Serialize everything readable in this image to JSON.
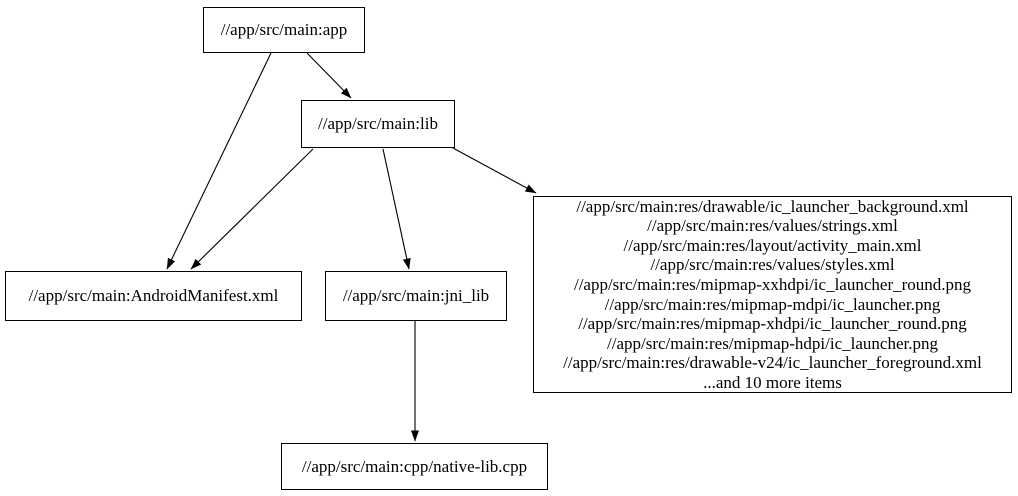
{
  "diagram": {
    "type": "dependency-graph",
    "background_color": "#ffffff",
    "node_border_color": "#000000",
    "node_fill_color": "#ffffff",
    "edge_color": "#000000",
    "text_color": "#000000",
    "nodes": [
      {
        "id": "app",
        "label": "//app/src/main:app"
      },
      {
        "id": "lib",
        "label": "//app/src/main:lib"
      },
      {
        "id": "android_manifest",
        "label": "//app/src/main:AndroidManifest.xml"
      },
      {
        "id": "jni_lib",
        "label": "//app/src/main:jni_lib"
      },
      {
        "id": "res_group",
        "lines": [
          "//app/src/main:res/drawable/ic_launcher_background.xml",
          "//app/src/main:res/values/strings.xml",
          "//app/src/main:res/layout/activity_main.xml",
          "//app/src/main:res/values/styles.xml",
          "//app/src/main:res/mipmap-xxhdpi/ic_launcher_round.png",
          "//app/src/main:res/mipmap-mdpi/ic_launcher.png",
          "//app/src/main:res/mipmap-xhdpi/ic_launcher_round.png",
          "//app/src/main:res/mipmap-hdpi/ic_launcher.png",
          "//app/src/main:res/drawable-v24/ic_launcher_foreground.xml",
          "...and 10 more items"
        ]
      },
      {
        "id": "native_lib_cpp",
        "label": "//app/src/main:cpp/native-lib.cpp"
      }
    ],
    "edges": [
      {
        "from": "app",
        "to": "android_manifest"
      },
      {
        "from": "app",
        "to": "lib"
      },
      {
        "from": "lib",
        "to": "android_manifest"
      },
      {
        "from": "lib",
        "to": "jni_lib"
      },
      {
        "from": "lib",
        "to": "res_group"
      },
      {
        "from": "jni_lib",
        "to": "native_lib_cpp"
      }
    ]
  }
}
